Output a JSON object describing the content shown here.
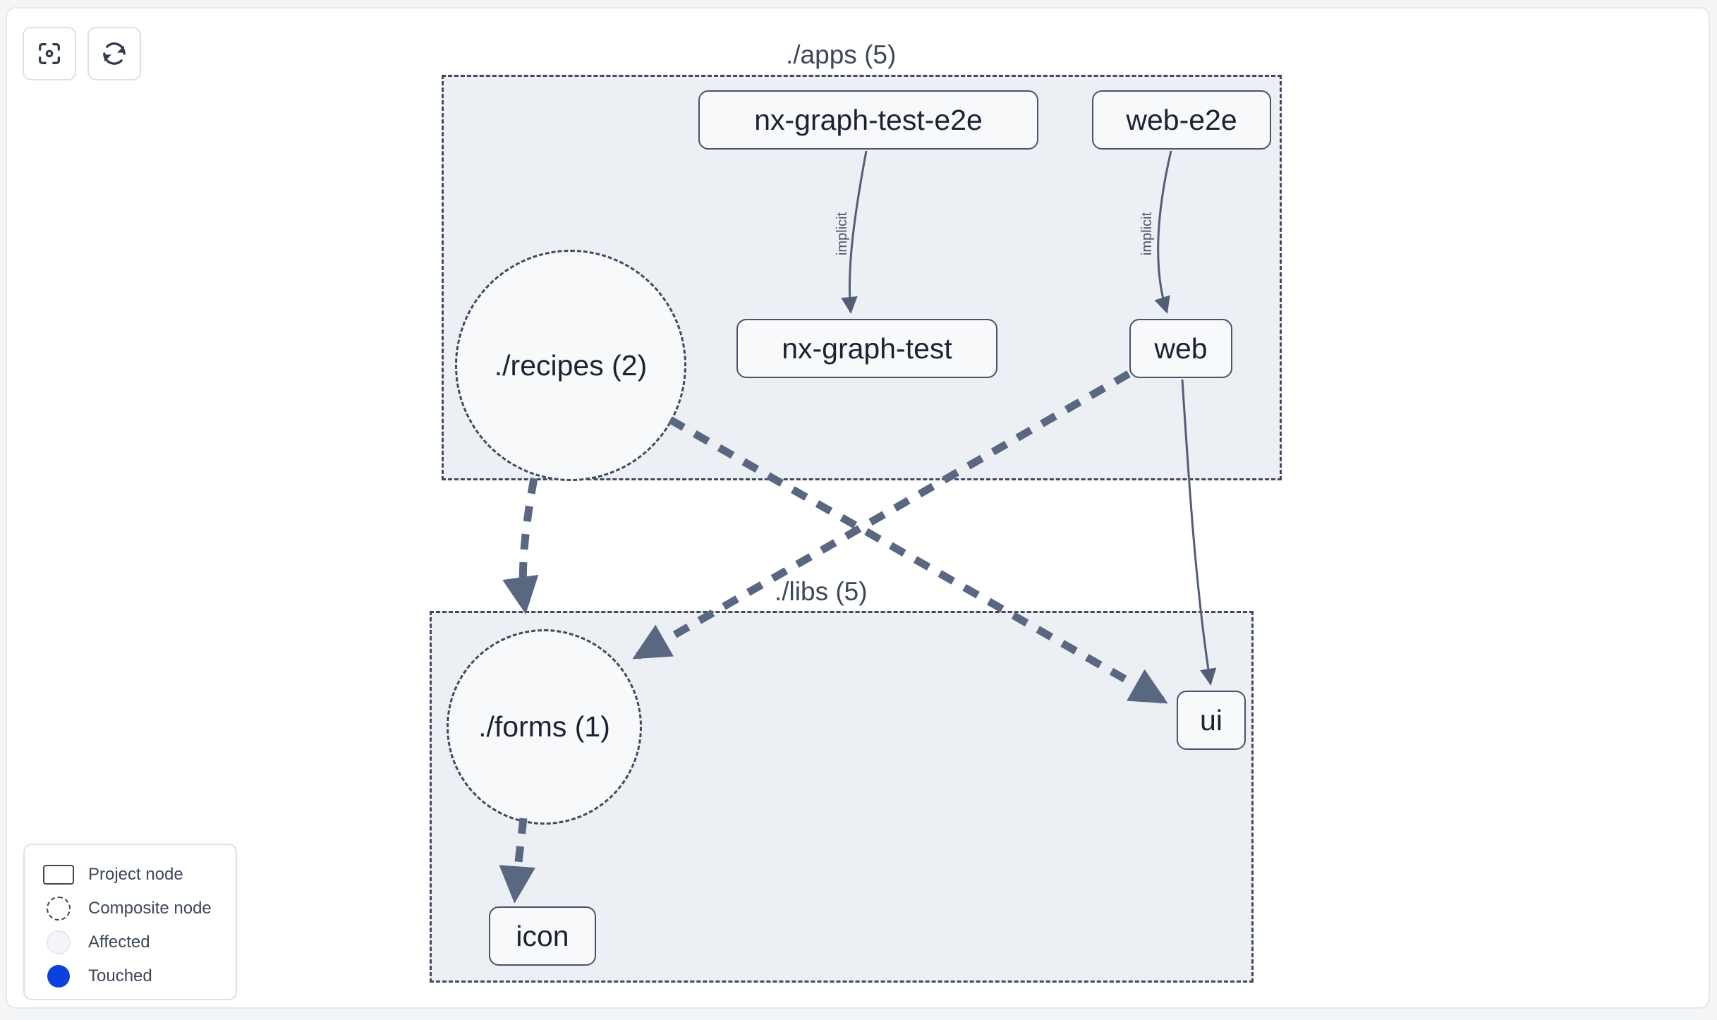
{
  "toolbar": {
    "buttons": [
      {
        "name": "focus-graph-button",
        "icon": "focus-target-icon",
        "label": ""
      },
      {
        "name": "refresh-graph-button",
        "icon": "refresh-icon",
        "label": ""
      }
    ]
  },
  "graph": {
    "groups": [
      {
        "id": "apps",
        "label": "./apps (5)",
        "count": 5
      },
      {
        "id": "libs",
        "label": "./libs (5)",
        "count": 5
      }
    ],
    "nodes": [
      {
        "id": "nx-graph-test-e2e",
        "label": "nx-graph-test-e2e",
        "type": "project",
        "group": "apps"
      },
      {
        "id": "web-e2e",
        "label": "web-e2e",
        "type": "project",
        "group": "apps"
      },
      {
        "id": "recipes",
        "label": "./recipes (2)",
        "type": "composite",
        "group": "apps"
      },
      {
        "id": "nx-graph-test",
        "label": "nx-graph-test",
        "type": "project",
        "group": "apps"
      },
      {
        "id": "web",
        "label": "web",
        "type": "project",
        "group": "apps"
      },
      {
        "id": "forms",
        "label": "./forms (1)",
        "type": "composite",
        "group": "libs"
      },
      {
        "id": "ui",
        "label": "ui",
        "type": "project",
        "group": "libs"
      },
      {
        "id": "icon",
        "label": "icon",
        "type": "project",
        "group": "libs"
      }
    ],
    "edges": [
      {
        "from": "nx-graph-test-e2e",
        "to": "nx-graph-test",
        "label": "implicit",
        "style": "solid"
      },
      {
        "from": "web-e2e",
        "to": "web",
        "label": "implicit",
        "style": "solid"
      },
      {
        "from": "web",
        "to": "ui",
        "label": "",
        "style": "solid"
      },
      {
        "from": "recipes",
        "to": "forms",
        "label": "",
        "style": "dashed"
      },
      {
        "from": "recipes",
        "to": "ui",
        "label": "",
        "style": "dashed"
      },
      {
        "from": "web",
        "to": "forms",
        "label": "",
        "style": "dashed"
      },
      {
        "from": "forms",
        "to": "icon",
        "label": "",
        "style": "dashed"
      }
    ],
    "edge_labels": [
      {
        "id": "implicit-nx-graph-test",
        "text": "implicit"
      },
      {
        "id": "implicit-web",
        "text": "implicit"
      }
    ]
  },
  "legend": {
    "items": [
      {
        "swatch": "project-node-swatch",
        "label": "Project node"
      },
      {
        "swatch": "composite-node-swatch",
        "label": "Composite node"
      },
      {
        "swatch": "affected-swatch",
        "label": "Affected"
      },
      {
        "swatch": "touched-swatch",
        "label": "Touched"
      }
    ]
  },
  "colors": {
    "group_fill": "#eceff4",
    "group_border": "#404a5c",
    "node_fill": "#f7f9fb",
    "node_border": "#49536a",
    "edge": "#515e76",
    "touched": "#0b41de",
    "canvas_border": "#e3e7ef"
  }
}
